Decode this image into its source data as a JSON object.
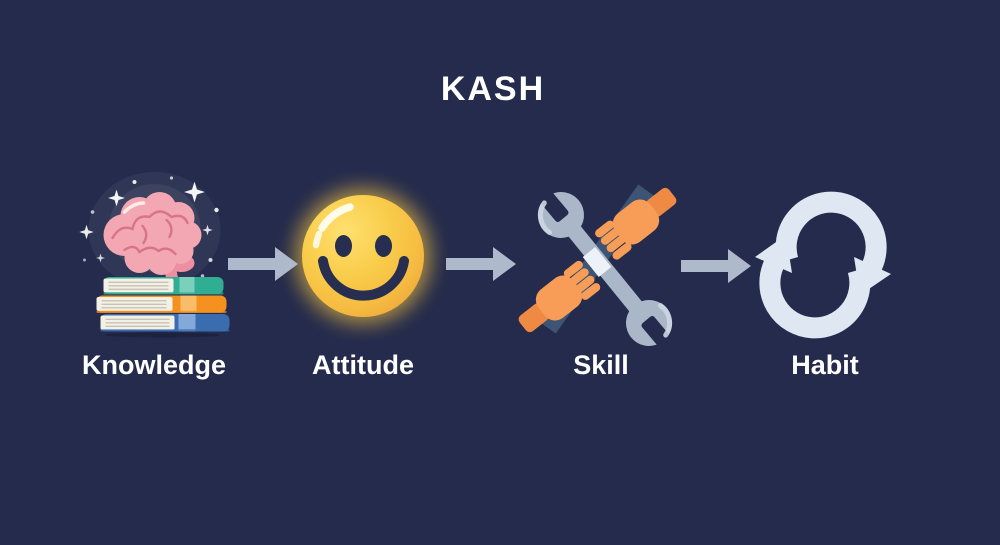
{
  "title": "KASH",
  "steps": [
    {
      "label": "Knowledge",
      "icon": "brain-and-books"
    },
    {
      "label": "Attitude",
      "icon": "smiley-face"
    },
    {
      "label": "Skill",
      "icon": "crossed-wrenches-with-hands"
    },
    {
      "label": "Habit",
      "icon": "cycle-arrows"
    }
  ],
  "connectors": [
    {
      "type": "block-arrow-right"
    },
    {
      "type": "block-arrow-right"
    },
    {
      "type": "block-arrow-right"
    }
  ],
  "colors": {
    "bg": "#242B4C",
    "text": "#FFFFFF",
    "arrow": "#AEB9CB",
    "face-features": "#272E4F",
    "smiley": "#F8CC49",
    "brain": "#F3A7B2",
    "brain-dark": "#EC8FA0",
    "brain-line": "#D87585",
    "pages": "#F3F0E8",
    "page-line": "#C9C3B2",
    "book-teal": "#2FAE93",
    "book-teal-light": "#7BD0BC",
    "book-orange": "#F5921F",
    "book-orange-light": "#F9BD69",
    "book-blue": "#3A6CB0",
    "book-blue-light": "#83A9DA",
    "wrench": "#A9B7C8",
    "wrench-light": "#CCD7E3",
    "rod": "#3D5474",
    "band": "#EDF2F8",
    "hand": "#F89D58",
    "hand-dark": "#EF8A44",
    "habit": "#DFE7F3",
    "sparkle": "#FFFFFF"
  }
}
